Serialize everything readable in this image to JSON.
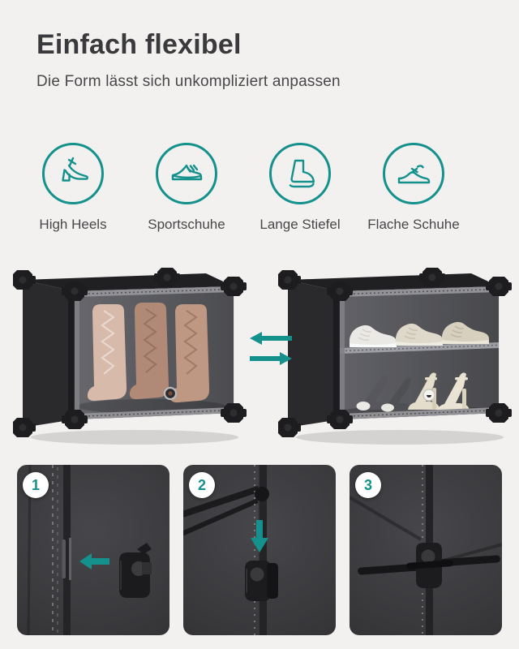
{
  "header": {
    "title": "Einfach flexibel",
    "subtitle": "Die Form lässt sich unkompliziert anpassen"
  },
  "shoe_types": [
    {
      "label": "High Heels",
      "icon": "high-heels-icon"
    },
    {
      "label": "Sportschuhe",
      "icon": "sneaker-icon"
    },
    {
      "label": "Lange Stiefel",
      "icon": "boot-icon"
    },
    {
      "label": "Flache Schuhe",
      "icon": "flat-shoe-icon"
    }
  ],
  "comparison": {
    "left_photo_icon": "shoe-cube-boots-photo",
    "right_photo_icon": "shoe-cube-two-shelves-photo",
    "arrow_icons": [
      "arrow-left-icon",
      "arrow-right-icon"
    ]
  },
  "steps": [
    {
      "number": "1",
      "arrow_icon": "arrow-left-icon",
      "photo_icon": "hook-towards-seam-photo"
    },
    {
      "number": "2",
      "arrow_icon": "arrow-down-icon",
      "photo_icon": "hook-sliding-on-seam-photo"
    },
    {
      "number": "3",
      "arrow_icon": "",
      "photo_icon": "hook-locked-on-rod-photo"
    }
  ],
  "colors": {
    "accent": "#14918c",
    "background": "#f2f1ef",
    "title_text": "#3a3a3c",
    "body_text": "#48484a",
    "panel_dark": "#303033"
  }
}
